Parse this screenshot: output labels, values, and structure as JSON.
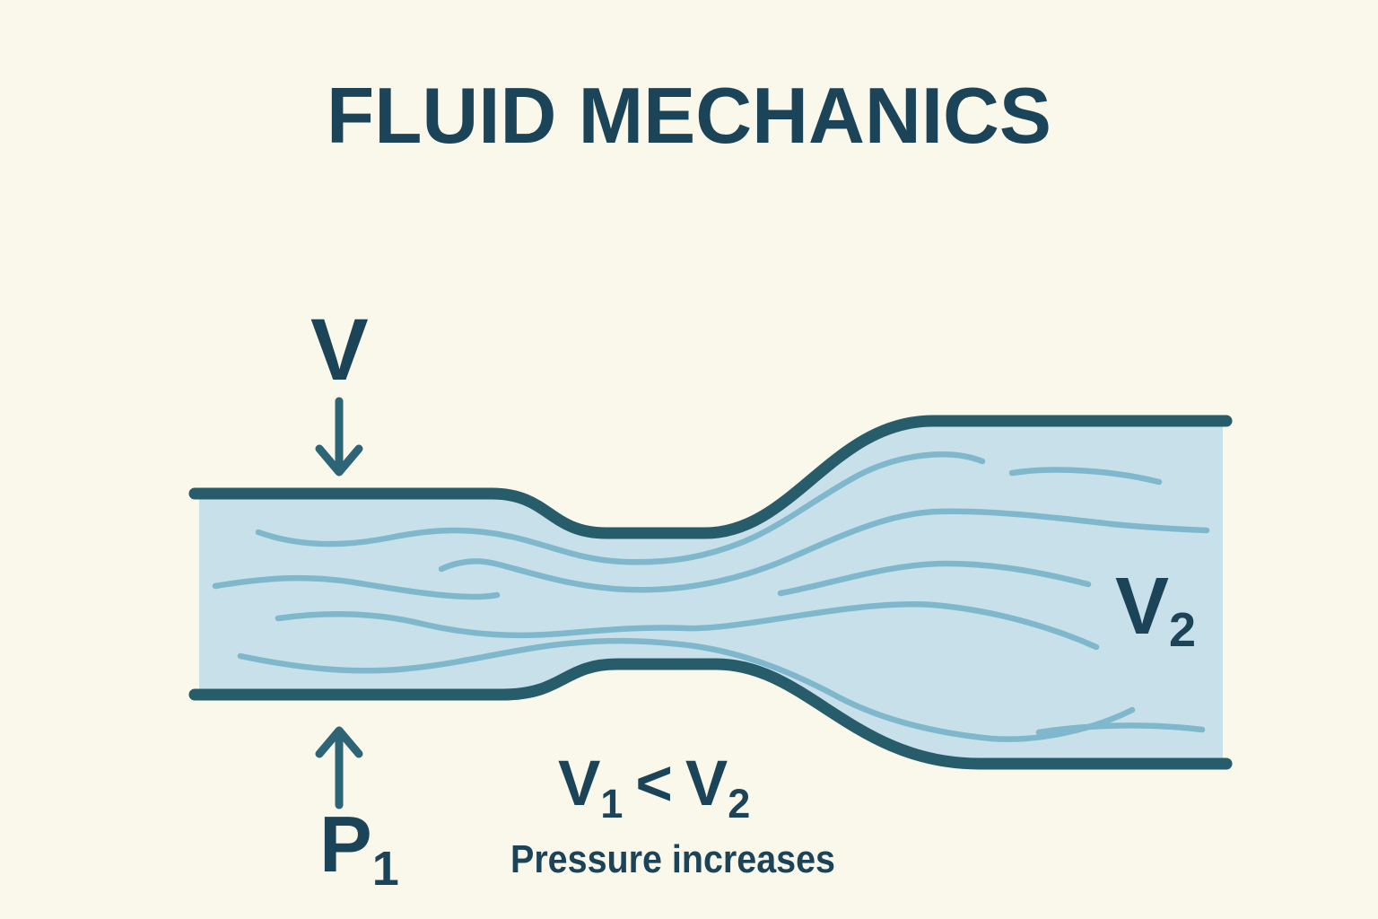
{
  "title": "FLUID MECHANICS",
  "labels": {
    "velocity_top": "V",
    "pressure": {
      "base": "P",
      "sub": "1"
    },
    "velocity_right": {
      "base": "V",
      "sub": "2"
    }
  },
  "equation": {
    "lhs": "V",
    "lhs_sub": "1",
    "op": "<",
    "rhs": "V",
    "rhs_sub": "2"
  },
  "caption": "Pressure increases",
  "colors": {
    "background": "#FAF7EB",
    "pipe_fill": "#C8E0EA",
    "pipe_outline": "#275C6B",
    "streamline": "#7FB7CC",
    "text": "#1C4459",
    "arrow": "#2D6476"
  }
}
